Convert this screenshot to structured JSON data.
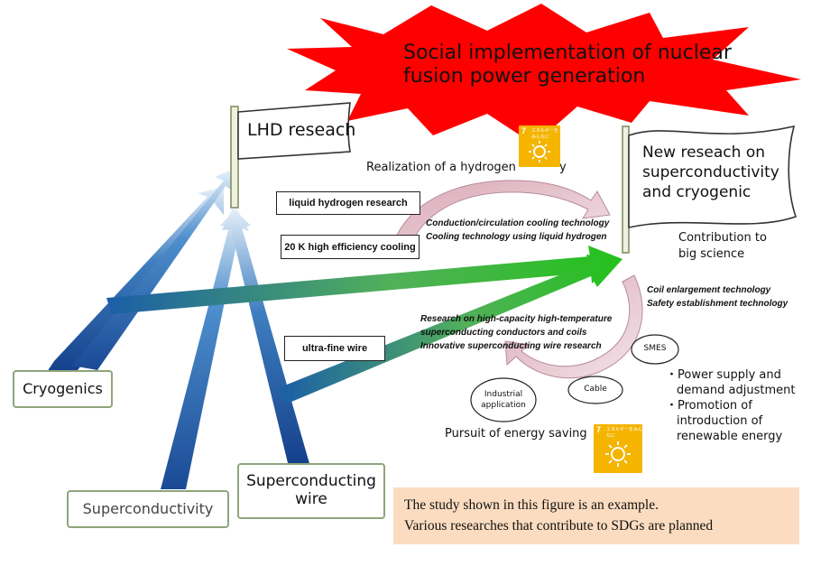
{
  "title_burst": {
    "line1": "Social implementation of nuclear",
    "line2": "fusion power generation",
    "color": "#ff0000"
  },
  "flags": {
    "lhd": {
      "label": "LHD reseach"
    },
    "new": {
      "line1": "New reseach on",
      "line2": "superconductivity",
      "line3": "and cryogenic"
    }
  },
  "hydrogen": {
    "realization": "Realization of a hydrogen",
    "realization_tail": "y",
    "box1": "liquid hydrogen research",
    "box2": "20 K high efficiency cooling",
    "tech1": "Conduction/circulation cooling technology",
    "tech2": "Cooling technology using liquid hydrogen"
  },
  "big_science": {
    "line1": "Contribution to",
    "line2": "big science"
  },
  "coil": {
    "line1": "Coil enlargement technology",
    "line2": "Safety establishment technology"
  },
  "research": {
    "line1": "Research on high-capacity high-temperature",
    "line2": "superconducting conductors and coils",
    "line3": "Innovative superconducting wire research"
  },
  "ultra_fine": "ultra-fine wire",
  "applications": {
    "smes": "SMES",
    "cable": "Cable",
    "industrial_line1": "Industrial",
    "industrial_line2": "application"
  },
  "energy_saving": "Pursuit of energy saving",
  "bullets": {
    "b1_line1": "・Power supply and",
    "b1_line2": "demand adjustment",
    "b2_line1": "・Promotion of",
    "b2_line2": "introduction of",
    "b2_line3": "renewable energy"
  },
  "sources": {
    "cryogenics": "Cryogenics",
    "superconductivity": "Superconductivity",
    "wire_line1": "Superconducting",
    "wire_line2": "wire"
  },
  "sdg_icon": {
    "number": "7",
    "caption": "エネルギーをみんなに"
  },
  "note": {
    "line1": "The study shown in this figure is an example.",
    "line2": "Various researches that contribute to SDGs are planned"
  },
  "colors": {
    "arrow_blue": "#1a4f9c",
    "arrow_green": "#22c21a",
    "cycle_pink": "#e8c8d0",
    "sdg_yellow": "#f4b400",
    "note_bg": "#fbdcc0"
  }
}
